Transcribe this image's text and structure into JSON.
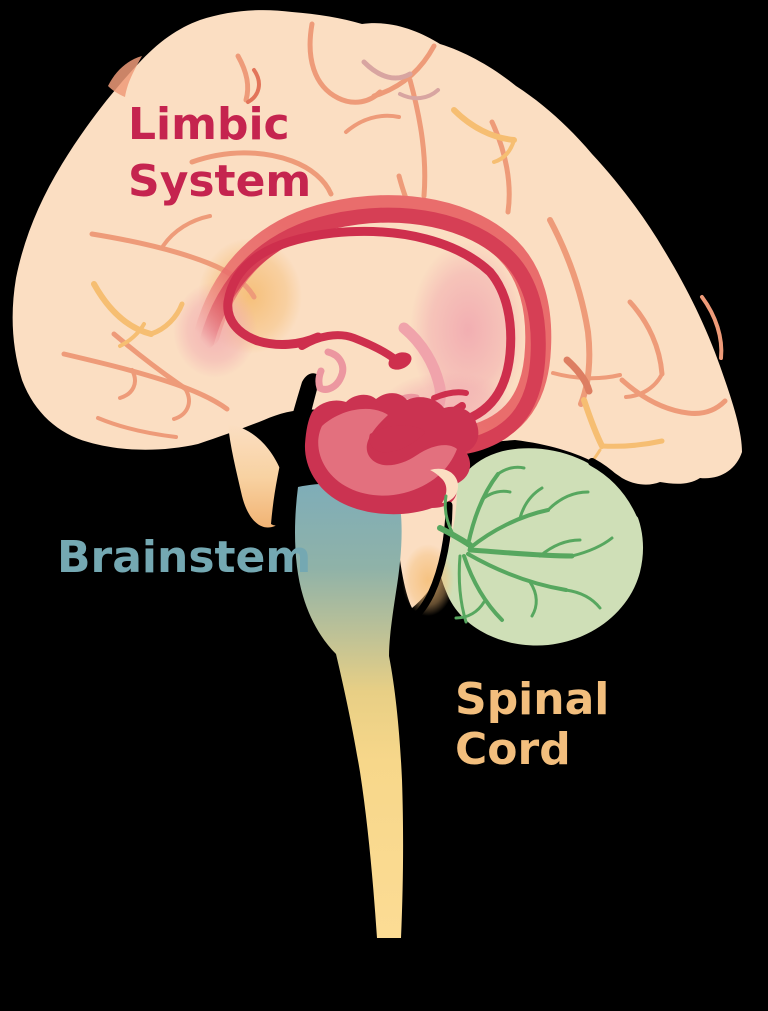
{
  "labels": {
    "limbic_system": {
      "line1": "Limbic",
      "line2": "System",
      "color": "#C5244F"
    },
    "brainstem": {
      "text": "Brainstem",
      "color": "#74A8B2"
    },
    "spinal_cord": {
      "line1": "Spinal",
      "line2": "Cord",
      "color": "#F2BE7D"
    }
  },
  "palette": {
    "background": "#000000",
    "cerebrum": "#FBDEC2",
    "sulci": "#EE9B79",
    "sulci_dark": "#E2745A",
    "sulci_mauve": "#D8A5A1",
    "sulci_orange": "#F6BE72",
    "limbic_band_outer": "#E96D6C",
    "limbic_band_inner": "#D63F55",
    "limbic_line": "#CE2F4D",
    "limbic_pink": "#F0A3AB",
    "limbic_comma": "#EC97A0",
    "thalamus": "#CB3351",
    "thalamus_inner": "#E3707E",
    "cerebellum": "#CFDFB7",
    "cerebellum_veins": "#57A75F",
    "brainstem_top": "#7FADB8",
    "spinal_cord_yellow": "#FBD98A"
  }
}
